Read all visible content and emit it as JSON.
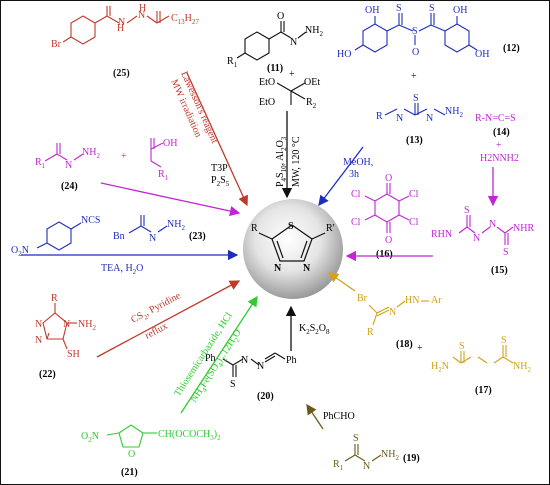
{
  "colors": {
    "black": "#111111",
    "red": "#c0392b",
    "magenta": "#c026d3",
    "blue": "#1f2dbf",
    "green": "#2ecc2e",
    "orange": "#d4a017",
    "olive": "#6b5a1a",
    "sphere_light": "#ffffff",
    "sphere_dark": "#9a9a9a"
  },
  "product": {
    "ring_atoms": {
      "S": "S",
      "N1": "N",
      "N2": "N"
    },
    "R": "R",
    "R_prime": "R'"
  },
  "compounds": {
    "c25": {
      "id": "(25)",
      "br": "Br",
      "sub": "C",
      "sub2": "13",
      "sub3": "H",
      "sub4": "27",
      "hn": "H",
      "n": "N",
      "nh": "N",
      "h": "H"
    },
    "c24": {
      "id": "(24)",
      "r1a": "R",
      "r1b": "R",
      "nh2": "NH",
      "n": "N",
      "oh": "OH",
      "plus": "+"
    },
    "c23": {
      "id": "(23)",
      "bn": "Bn",
      "nh2": "NH",
      "n": "N"
    },
    "cNCS": {
      "ncs": "NCS",
      "no2": "O",
      "no2b": "N"
    },
    "c22": {
      "id": "(22)",
      "r": "R",
      "nh2": "NH",
      "sh": "SH",
      "n": "N"
    },
    "c21": {
      "id": "(21)",
      "o2n": "O",
      "o2nb": "N",
      "ch": "CH(OCOCH",
      "o": "O"
    },
    "c20": {
      "id": "(20)",
      "ph": "Ph",
      "ph2": "Ph",
      "s": "S",
      "n": "N",
      "nh": "N"
    },
    "c19": {
      "id": "(19)",
      "r1": "R",
      "s": "S",
      "nh2": "NH",
      "n": "N"
    },
    "c18": {
      "id": "(18)",
      "br": "Br",
      "hn": "HN",
      "ar": "Ar",
      "r": "R",
      "n": "N"
    },
    "c17": {
      "id": "(17)",
      "h2n": "H",
      "nh2": "NH",
      "s": "S",
      "plus": "+"
    },
    "c16": {
      "id": "(16)",
      "cl": "Cl",
      "o": "O"
    },
    "c15": {
      "id": "(15)",
      "rhn": "RHN",
      "nhr": "NHR",
      "s": "S",
      "n": "N"
    },
    "c14": {
      "id": "(14)",
      "rncs": "R-N=C=S",
      "plus": "+",
      "h2nnh2": "H2NNH2"
    },
    "c13": {
      "id": "(13)",
      "r": "R",
      "s": "S",
      "nh2": "NH",
      "n": "N"
    },
    "c12": {
      "id": "(12)",
      "oh": "OH",
      "ho": "HO",
      "s": "S",
      "o": "O",
      "plus": "+"
    },
    "c11": {
      "id": "(11)",
      "r1": "R",
      "nh2": "NH",
      "n": "N",
      "o": "O",
      "plus": "+",
      "etO": "EtO",
      "oet": "OEt",
      "r2": "R"
    }
  },
  "reagents": {
    "lawesson": "Lawesson's reagent",
    "mw": "MW irradiation",
    "t3p": "T3P",
    "p2s5": "P",
    "p4s10": "P",
    "mw120": "MW, 120 °C",
    "meoh": "MeOH,",
    "h3": "3h",
    "tea": "TEA, H",
    "cs2": "CS",
    "pyridine": ", Pyridine",
    "reflux": "reflux",
    "thiosemi": "Thiosemicarbazide, HCl",
    "nh4fe": "NH",
    "k2s2o8": "K",
    "phcho": "PhCHO"
  }
}
